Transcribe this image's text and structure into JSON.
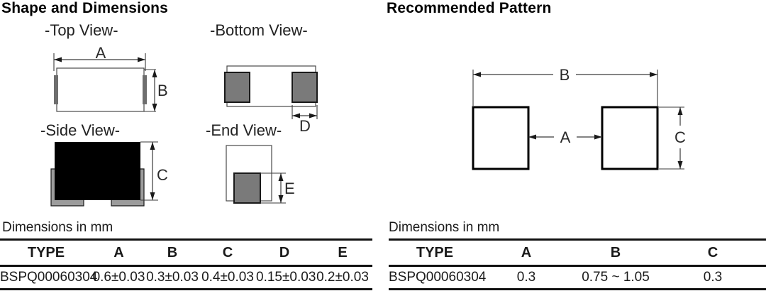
{
  "shape_section": {
    "title": "Shape and Dimensions",
    "top_view_label": "-Top View-",
    "bottom_view_label": "-Bottom View-",
    "side_view_label": "-Side View-",
    "end_view_label": "-End View-",
    "dim_labels": {
      "a": "A",
      "b": "B",
      "c": "C",
      "d": "D",
      "e": "E"
    },
    "units_note": "Dimensions in mm",
    "table": {
      "headers": [
        "TYPE",
        "A",
        "B",
        "C",
        "D",
        "E"
      ],
      "row": [
        "BSPQ00060304",
        "0.6±0.03",
        "0.3±0.03",
        "0.4±0.03",
        "0.15±0.03",
        "0.2±0.03"
      ]
    }
  },
  "pattern_section": {
    "title": "Recommended Pattern",
    "dim_labels": {
      "a": "A",
      "b": "B",
      "c": "C"
    },
    "units_note": "Dimensions in mm",
    "table": {
      "headers": [
        "TYPE",
        "A",
        "B",
        "C"
      ],
      "row": [
        "BSPQ00060304",
        "0.3",
        "0.75 ~ 1.05",
        "0.3"
      ]
    }
  },
  "colors": {
    "pad_gray": "#7a7a7a",
    "terminal_dark_gray": "#6e6e6e",
    "solder_foot_gray": "#9c9c9c",
    "body_black": "#000000",
    "line_gray": "#3a3a3a",
    "table_line": "#111111"
  }
}
